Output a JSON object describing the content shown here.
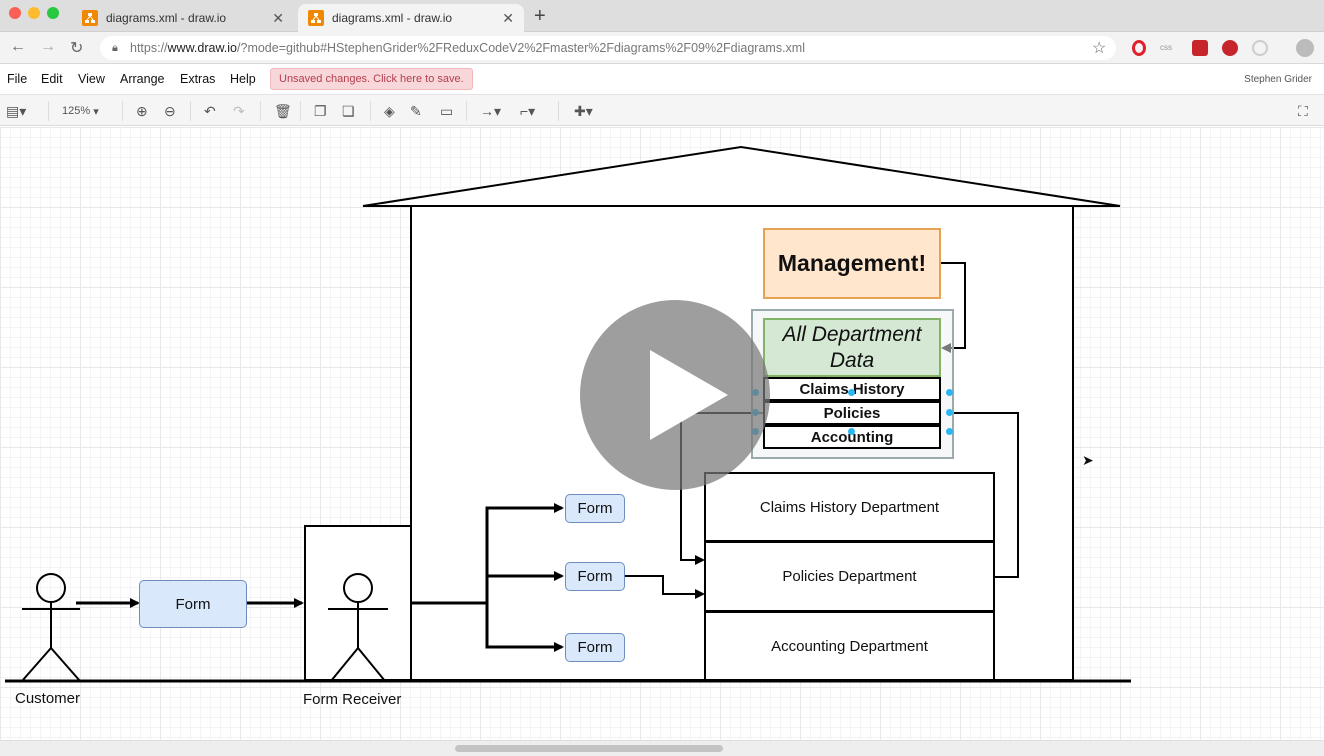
{
  "browser": {
    "tabs": [
      {
        "title": "diagrams.xml - draw.io",
        "active": false
      },
      {
        "title": "diagrams.xml - draw.io",
        "active": true
      }
    ],
    "url_scheme": "https://",
    "url_host": "www.draw.io",
    "url_rest": "/?mode=github#HStephenGrider%2FReduxCodeV2%2Fmaster%2Fdiagrams%2F09%2Fdiagrams.xml",
    "extensions": [
      "opera-icon",
      "css-icon",
      "extension-icon",
      "extension-badge-icon",
      "extension-gray-icon"
    ]
  },
  "menubar": {
    "items": [
      "File",
      "Edit",
      "View",
      "Arrange",
      "Extras",
      "Help"
    ],
    "unsaved": "Unsaved changes. Click here to save.",
    "user": "Stephen Grider"
  },
  "toolbar": {
    "zoom": "125%"
  },
  "diagram": {
    "management": "Management!",
    "all_department_data": "All Department Data",
    "table_rows": [
      "Claims History",
      "Policies",
      "Accounting"
    ],
    "forms": [
      "Form",
      "Form",
      "Form",
      "Form"
    ],
    "departments": [
      "Claims History Department",
      "Policies Department",
      "Accounting Department"
    ],
    "actors": [
      "Customer",
      "Form Receiver"
    ]
  },
  "colors": {
    "form_fill": "#dae8fc",
    "form_stroke": "#6c8ebf",
    "management_fill": "#ffe6cc",
    "management_stroke": "#e5a352",
    "data_fill": "#d5e8d4",
    "data_stroke": "#82b366",
    "unsaved_bg": "#f8d7da",
    "selection": "#29b6f2"
  }
}
